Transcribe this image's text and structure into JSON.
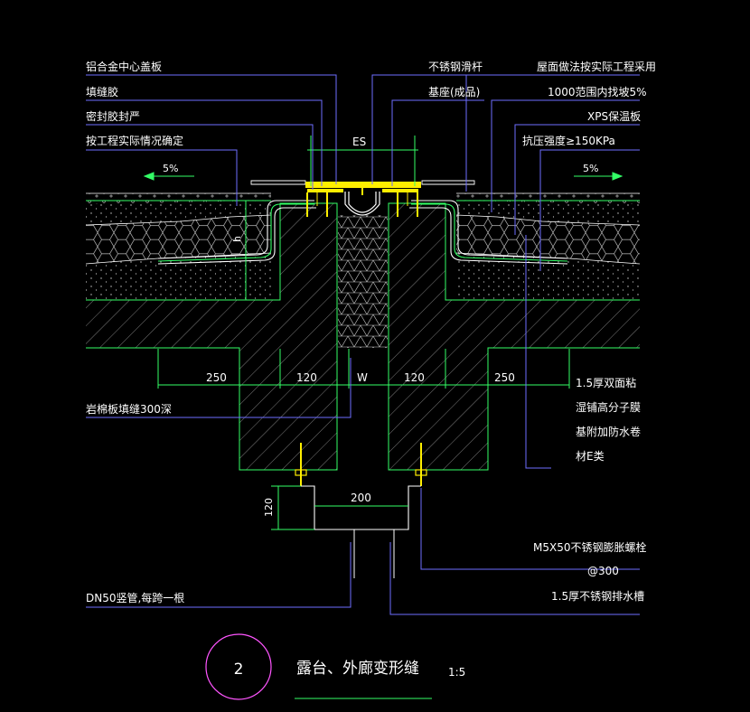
{
  "labels": {
    "left": [
      "铝合金中心盖板",
      "填缝胶",
      "密封胶封严",
      "按工程实际情况确定"
    ],
    "top_mid": [
      "不锈钢滑杆",
      "基座(成品)"
    ],
    "right_top": [
      "屋面做法按实际工程采用",
      "1000范围内找坡5%",
      "XPS保温板",
      "抗压强度≥150KPa"
    ],
    "slope_left": "5%",
    "slope_right": "5%",
    "es": "ES",
    "h": "h",
    "dims": {
      "left_250": "250",
      "left_120": "120",
      "w": "W",
      "right_120": "120",
      "right_250": "250",
      "bottom_120": "120",
      "bottom_200": "200"
    },
    "rock_wool": "岩棉板填缝300深",
    "membrane": [
      "1.5厚双面粘",
      "湿铺高分子膜",
      "基附加防水卷",
      "材E类"
    ],
    "bolt": [
      "M5X50不锈钢膨胀螺栓",
      "@300"
    ],
    "trough": "1.5厚不锈钢排水槽",
    "pipe": "DN50竖管,每跨一根"
  },
  "title": {
    "number": "2",
    "name": "露台、外廊变形缝",
    "scale": "1:5"
  },
  "colors": {
    "line": "#ffffff",
    "leader": "#7070ff",
    "concrete": "#33ff66",
    "metal": "#ffee00",
    "circle": "#ff55ff"
  }
}
